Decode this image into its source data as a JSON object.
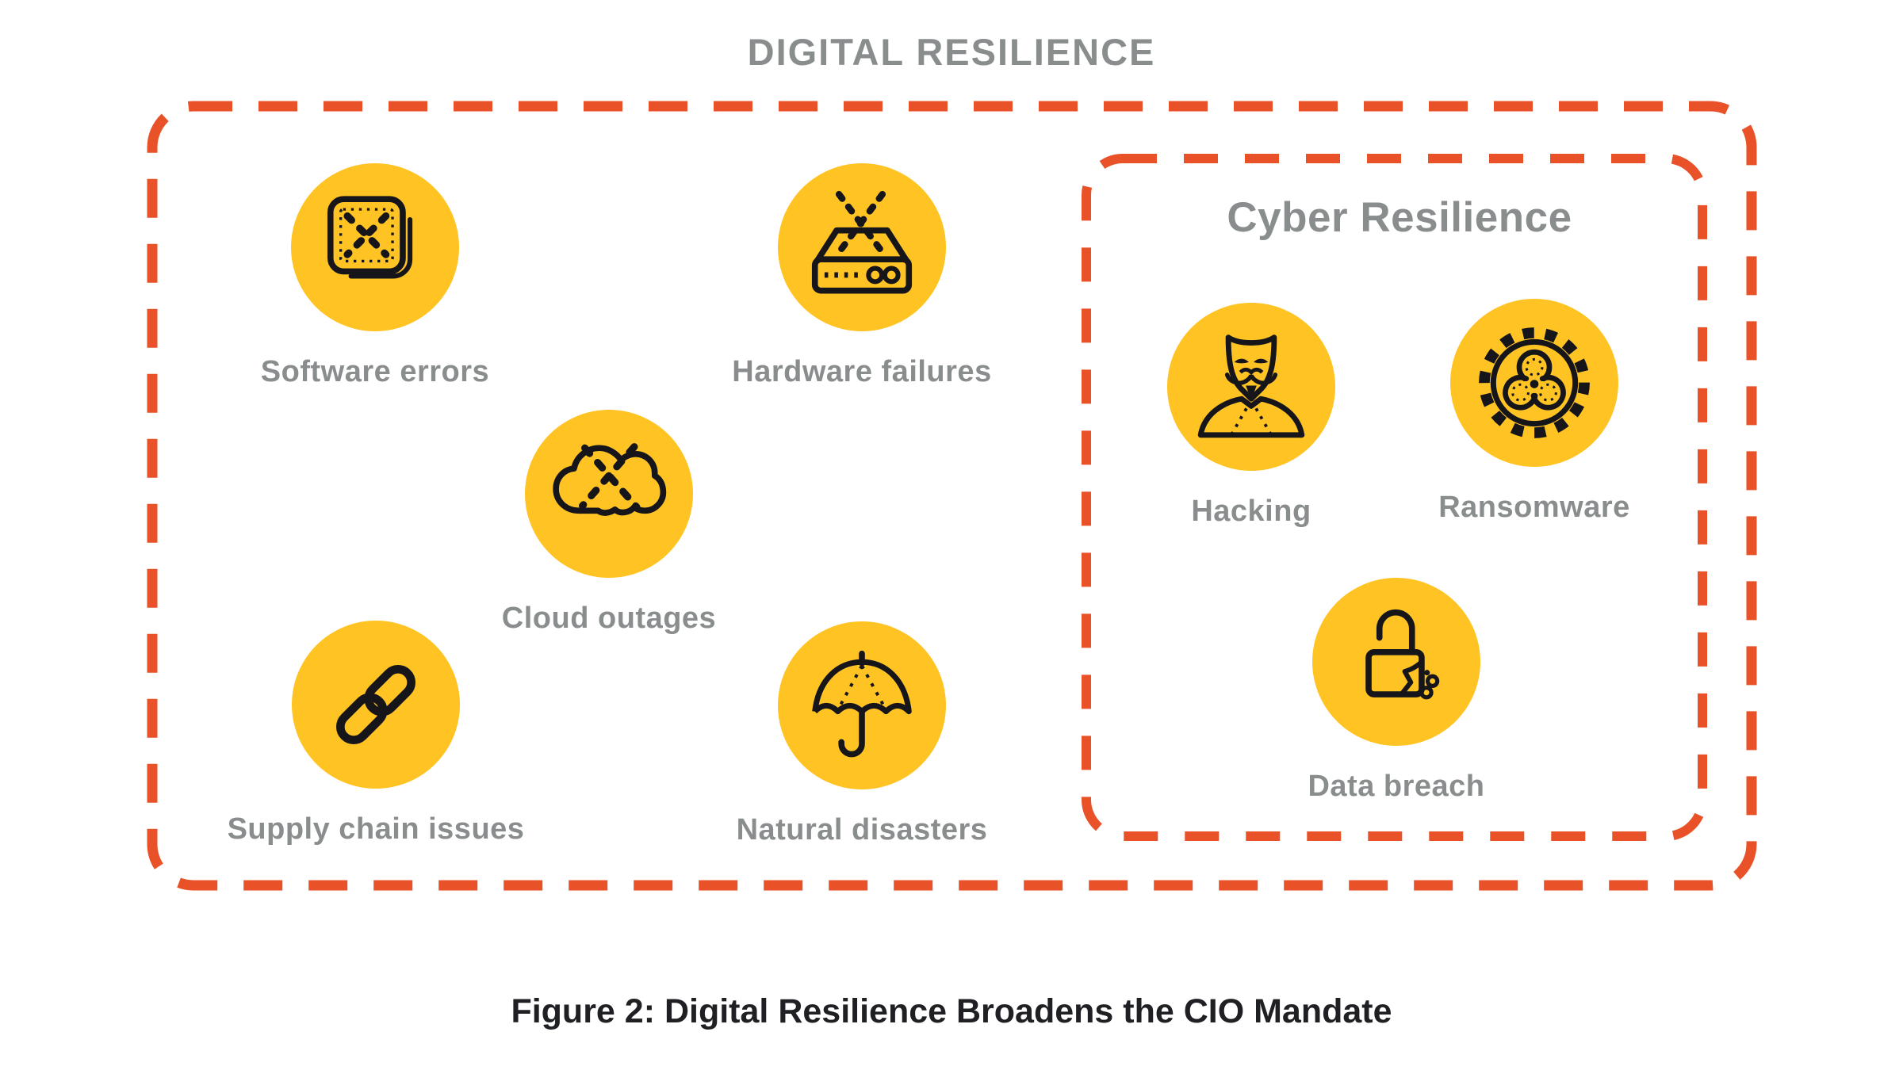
{
  "diagram": {
    "title": "DIGITAL RESILIENCE",
    "caption": "Figure 2: Digital Resilience Broadens the CIO Mandate",
    "digital_group": {
      "name": "Digital Resilience",
      "items": [
        {
          "label": "Software errors",
          "icon": "software-errors-icon"
        },
        {
          "label": "Hardware failures",
          "icon": "hardware-failures-icon"
        },
        {
          "label": "Cloud outages",
          "icon": "cloud-outages-icon"
        },
        {
          "label": "Supply chain issues",
          "icon": "supply-chain-icon"
        },
        {
          "label": "Natural disasters",
          "icon": "natural-disasters-icon"
        }
      ]
    },
    "cyber_group": {
      "title": "Cyber Resilience",
      "items": [
        {
          "label": "Hacking",
          "icon": "hacker-mask-icon"
        },
        {
          "label": "Ransomware",
          "icon": "ransomware-icon"
        },
        {
          "label": "Data breach",
          "icon": "data-breach-icon"
        }
      ]
    },
    "colors": {
      "icon_background_yellow": "#FFC324",
      "border_orange": "#E95228",
      "label_gray": "#8A8D8E",
      "icon_stroke_black": "#15151A",
      "caption_black": "#1F2023"
    }
  }
}
